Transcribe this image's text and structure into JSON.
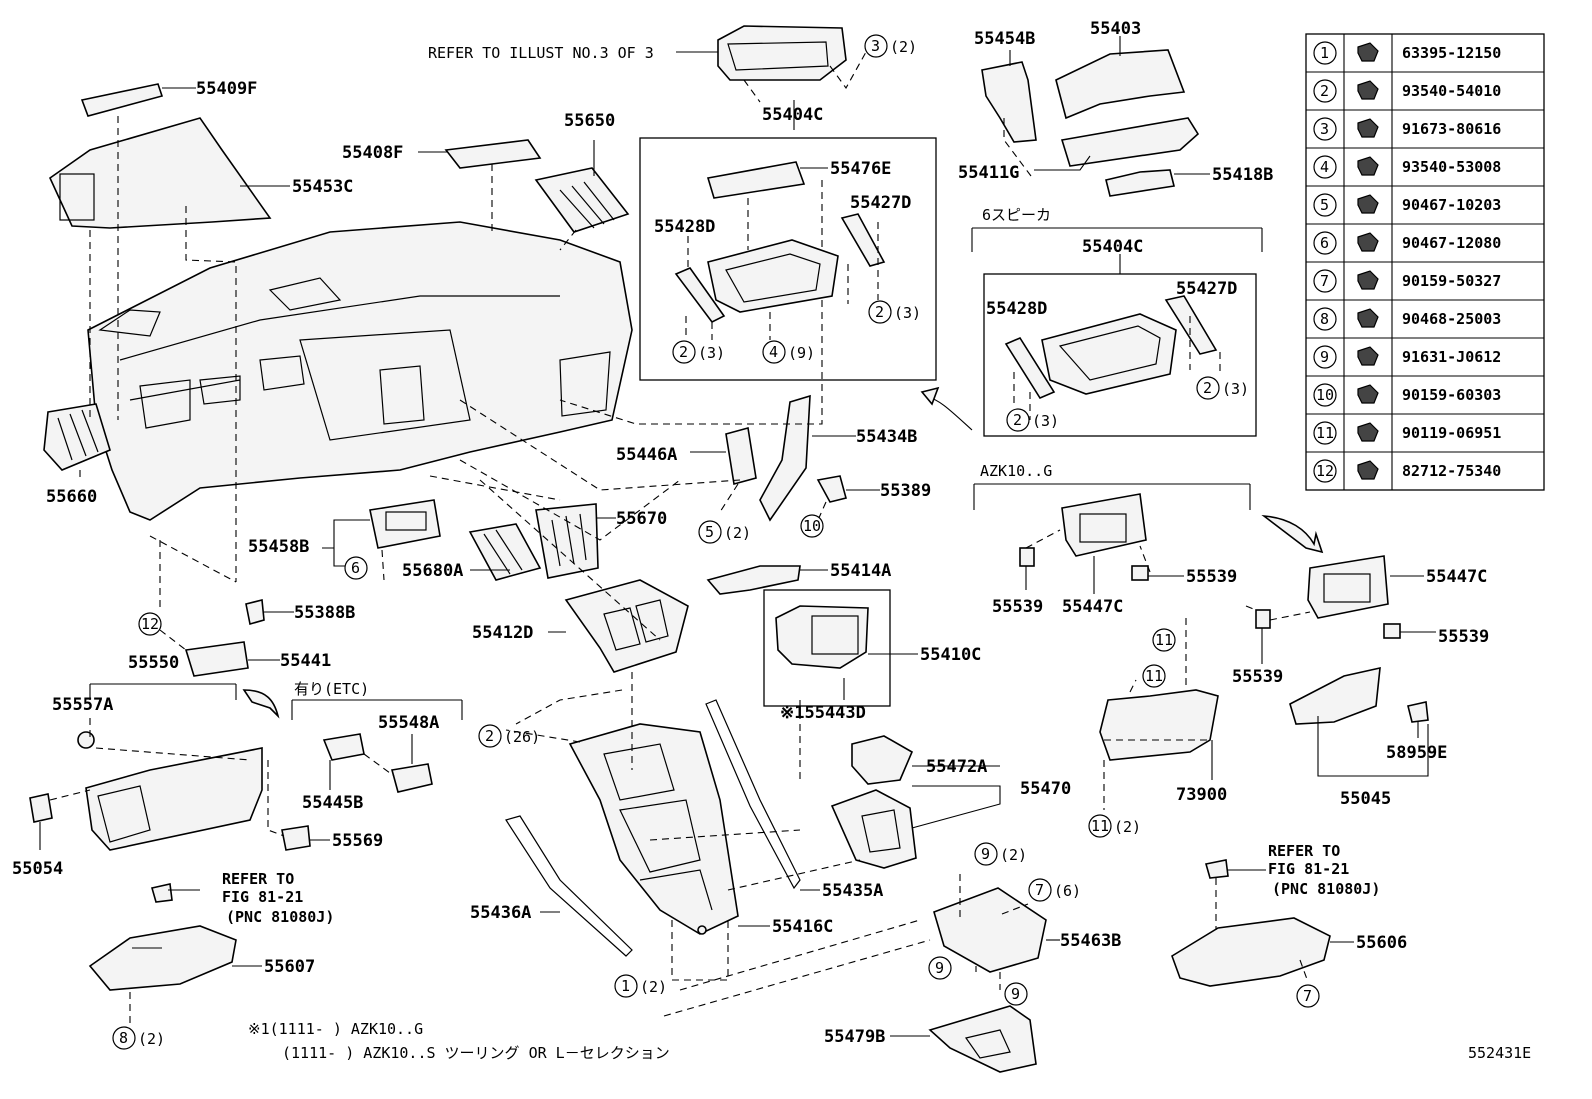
{
  "diagram": {
    "code": "552431E",
    "labels": {
      "p55409F": "55409F",
      "p55453C": "55453C",
      "p55408F": "55408F",
      "p55650": "55650",
      "p55660": "55660",
      "p55404C_top": "55404C",
      "p55476E": "55476E",
      "p55428D_a": "55428D",
      "p55427D_a": "55427D",
      "p55454B": "55454B",
      "p55403": "55403",
      "p55411G": "55411G",
      "p55418B": "55418B",
      "p55404C_b": "55404C",
      "p55428D_b": "55428D",
      "p55427D_b": "55427D",
      "p55446A": "55446A",
      "p55434B": "55434B",
      "p55389": "55389",
      "p55458B": "55458B",
      "p55670": "55670",
      "p55680A": "55680A",
      "p55388B": "55388B",
      "p55414A": "55414A",
      "p55412D": "55412D",
      "p55410C": "55410C",
      "p55443D": "※155443D",
      "p55550": "55550",
      "p55441": "55441",
      "p55557A": "55557A",
      "p55548A": "55548A",
      "p55445B": "55445B",
      "p55569": "55569",
      "p55054": "55054",
      "p55472A": "55472A",
      "p55470": "55470",
      "p55435A": "55435A",
      "p55436A": "55436A",
      "p55416C": "55416C",
      "p55607": "55607",
      "p55463B": "55463B",
      "p55479B": "55479B",
      "p55539_a": "55539",
      "p55447C_a": "55447C",
      "p55539_b": "55539",
      "p55447C_b": "55447C",
      "p55539_c": "55539",
      "p55539_d": "55539",
      "p73900": "73900",
      "p58959E": "58959E",
      "p55045": "55045",
      "p55606": "55606"
    },
    "notes": {
      "refer_illust": "REFER TO ILLUST NO.3 OF 3",
      "speaker6": "6スピーカ",
      "azk10g": "AZK10..G",
      "etc": "有り(ETC)",
      "refer_fig_l1": "REFER TO",
      "refer_fig_l2": "FIG 81-21",
      "refer_fig_l3": "(PNC 81080J)",
      "refer_fig_r1": "REFER TO",
      "refer_fig_r2": "FIG 81-21",
      "refer_fig_r3": "(PNC 81080J)",
      "footnote1": "※1(1111-   ) AZK10..G",
      "footnote2": "(1111-   ) AZK10..S ツーリング  OR  L－セレクション"
    },
    "callouts": {
      "c3_2": "(2)",
      "c2_3a": "(3)",
      "c4_9": "(9)",
      "c2_3b": "(3)",
      "c2_3c": "(3)",
      "c2_3d": "(3)",
      "c5_2": "(2)",
      "c2_26": "(26)",
      "c1_2": "(2)",
      "c8_2": "(2)",
      "c9_2": "(2)",
      "c7_6": "(6)",
      "c11_2": "(2)"
    },
    "fastener_table": [
      {
        "num": "1",
        "part": "63395-12150"
      },
      {
        "num": "2",
        "part": "93540-54010"
      },
      {
        "num": "3",
        "part": "91673-80616"
      },
      {
        "num": "4",
        "part": "93540-53008"
      },
      {
        "num": "5",
        "part": "90467-10203"
      },
      {
        "num": "6",
        "part": "90467-12080"
      },
      {
        "num": "7",
        "part": "90159-50327"
      },
      {
        "num": "8",
        "part": "90468-25003"
      },
      {
        "num": "9",
        "part": "91631-J0612"
      },
      {
        "num": "10",
        "part": "90159-60303"
      },
      {
        "num": "11",
        "part": "90119-06951"
      },
      {
        "num": "12",
        "part": "82712-75340"
      }
    ]
  }
}
